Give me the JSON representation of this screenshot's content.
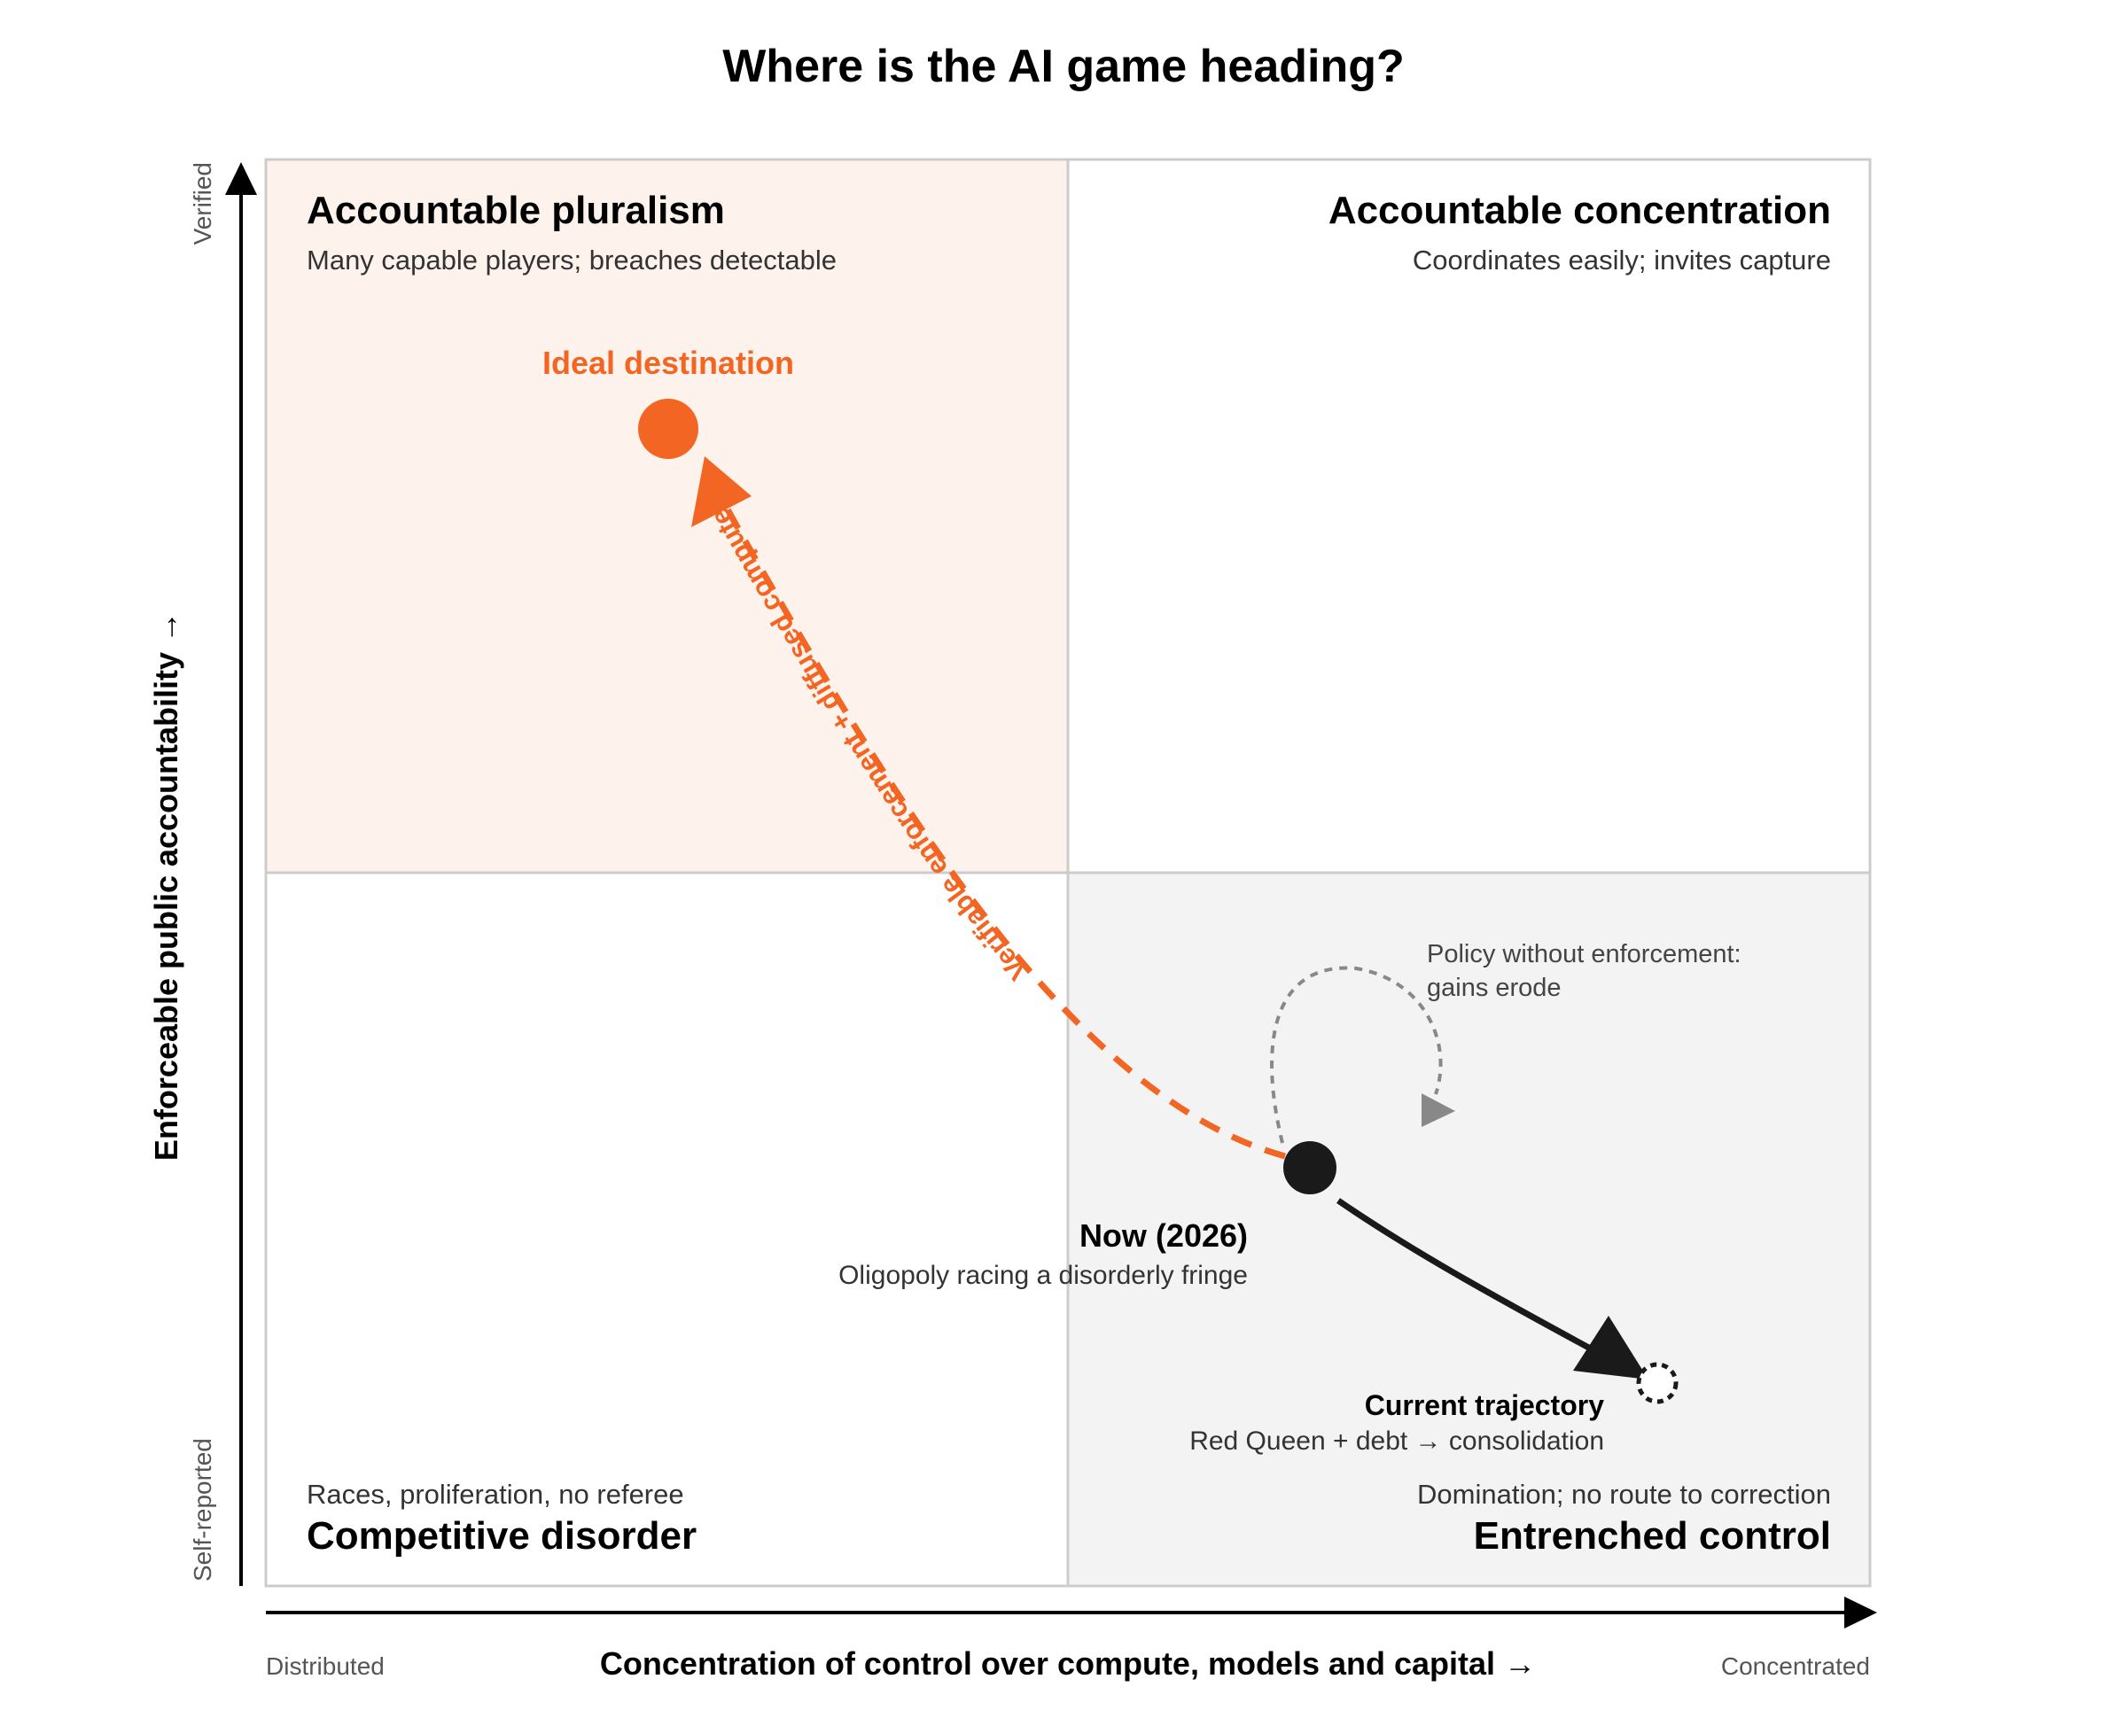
{
  "title": "Where is the AI game heading?",
  "colors": {
    "accent": "#F26522",
    "dark": "#1a1a1a",
    "pluralism_fill": "#FEF3EC",
    "entrenched_fill": "#F3F3F3",
    "border": "#cccccc",
    "grey_arrow": "#888888"
  },
  "axes": {
    "x_label": "Concentration of control over compute, models and capital →",
    "x_low": "Distributed",
    "x_high": "Concentrated",
    "y_label": "Enforceable public accountability →",
    "y_low": "Self-reported",
    "y_high": "Verified"
  },
  "quadrants": {
    "top_left": {
      "title": "Accountable pluralism",
      "subtitle": "Many capable players; breaches detectable"
    },
    "top_right": {
      "title": "Accountable concentration",
      "subtitle": "Coordinates easily; invites capture"
    },
    "bottom_left": {
      "title": "Competitive disorder",
      "subtitle": "Races, proliferation, no referee"
    },
    "bottom_right": {
      "title": "Entrenched control",
      "subtitle": "Domination; no route to correction"
    }
  },
  "points": {
    "ideal": {
      "label": "Ideal destination"
    },
    "now": {
      "label": "Now (2026)",
      "sublabel": "Oligopoly racing a disorderly fringe"
    },
    "trajectory": {
      "label": "Current trajectory",
      "sublabel": "Red Queen + debt → consolidation"
    }
  },
  "paths": {
    "orange_path_label": "Verifiable enforcement + diffused compute",
    "loop_label_line1": "Policy without enforcement:",
    "loop_label_line2": "gains erode"
  }
}
